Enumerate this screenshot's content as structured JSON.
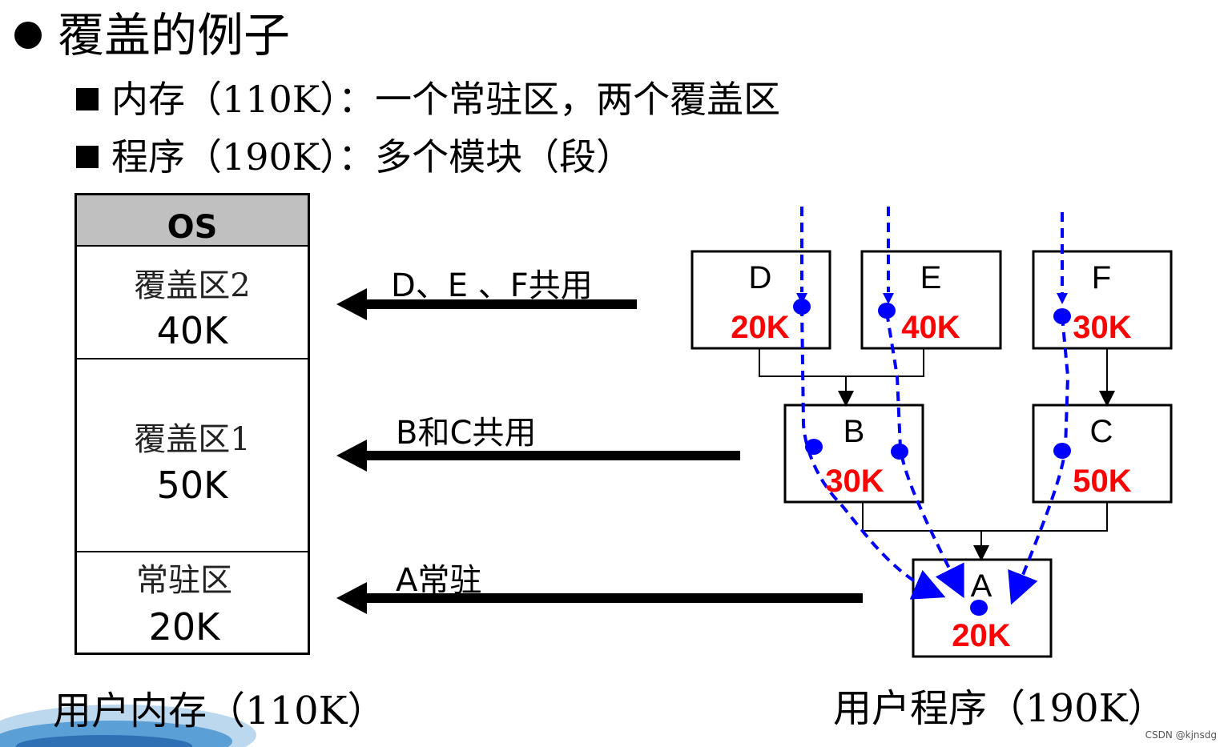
{
  "title": "覆盖的例子",
  "bullets": [
    "内存（110K）：一个常驻区，两个覆盖区",
    "程序（190K）：多个模块（段）"
  ],
  "memory": {
    "os_label": "OS",
    "overlay2_label": "覆盖区2",
    "overlay2_size": "40K",
    "overlay1_label": "覆盖区1",
    "overlay1_size": "50K",
    "resident_label": "常驻区",
    "resident_size": "20K"
  },
  "arrows": {
    "def_label": "D、E 、F共用",
    "bc_label": "B和C共用",
    "a_label": "A常驻"
  },
  "modules": {
    "D": {
      "name": "D",
      "size": "20K"
    },
    "E": {
      "name": "E",
      "size": "40K"
    },
    "F": {
      "name": "F",
      "size": "30K"
    },
    "B": {
      "name": "B",
      "size": "30K"
    },
    "C": {
      "name": "C",
      "size": "50K"
    },
    "A": {
      "name": "A",
      "size": "20K"
    }
  },
  "captions": {
    "memory": "用户内存（110K）",
    "program": "用户程序（190K）"
  },
  "credit": "CSDN @kjnsdg",
  "colors": {
    "size_text": "#ff0000",
    "call_path": "#0000ff",
    "os_fill": "#c0c0c0"
  }
}
